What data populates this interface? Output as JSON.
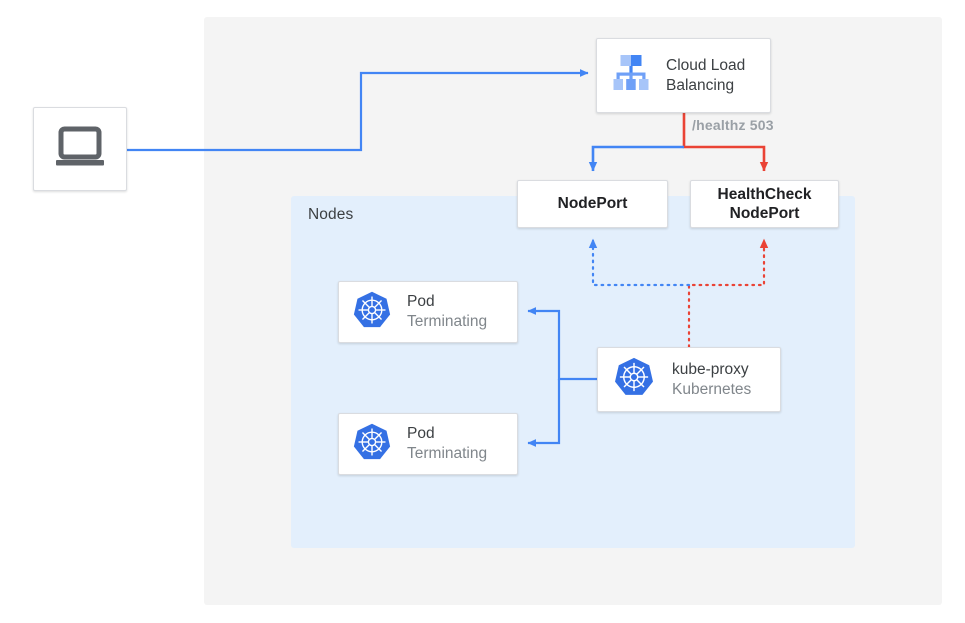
{
  "diagram": {
    "title": "Kubernetes NodePort health check failover diagram",
    "colors": {
      "blue": "#4285f4",
      "red": "#ea4335",
      "panel_gray": "#f4f4f4",
      "panel_blue": "#e3effc",
      "card_white": "#ffffff",
      "text_dark": "#3c4043",
      "text_muted": "#80868b",
      "k8s_blue": "#3470e4",
      "icon_gray": "#5f6368"
    },
    "panels": {
      "outer_label": "",
      "nodes_label": "Nodes"
    },
    "nodes": {
      "client": {
        "icon": "laptop-icon",
        "label": ""
      },
      "cloud_load_balancing": {
        "icon": "cloud-load-balancing-icon",
        "title_line1": "Cloud Load",
        "title_line2": "Balancing"
      },
      "nodeport": {
        "label": "NodePort"
      },
      "healthcheck_nodeport": {
        "label_line1": "HealthCheck",
        "label_line2": "NodePort"
      },
      "pod_1": {
        "icon": "kubernetes-icon",
        "title": "Pod",
        "status": "Terminating"
      },
      "pod_2": {
        "icon": "kubernetes-icon",
        "title": "Pod",
        "status": "Terminating"
      },
      "kube_proxy": {
        "icon": "kubernetes-icon",
        "title": "kube-proxy",
        "subtitle": "Kubernetes"
      }
    },
    "edges": {
      "healthz_label": "/healthz 503",
      "client_to_lb": {
        "style": "solid",
        "color": "#4285f4",
        "arrow": "to-load-balancer"
      },
      "lb_to_nodeport": {
        "style": "solid",
        "color": "#4285f4",
        "arrow": "down"
      },
      "lb_to_healthcheck": {
        "style": "solid",
        "color": "#ea4335",
        "arrow": "down"
      },
      "kube_proxy_to_nodeport": {
        "style": "dotted",
        "color": "#4285f4",
        "arrow": "up"
      },
      "kube_proxy_to_healthcheck": {
        "style": "dotted",
        "color": "#ea4335",
        "arrow": "up"
      },
      "kube_proxy_to_pod_1": {
        "style": "solid",
        "color": "#4285f4",
        "arrow": "left"
      },
      "kube_proxy_to_pod_2": {
        "style": "solid",
        "color": "#4285f4",
        "arrow": "left"
      }
    }
  }
}
